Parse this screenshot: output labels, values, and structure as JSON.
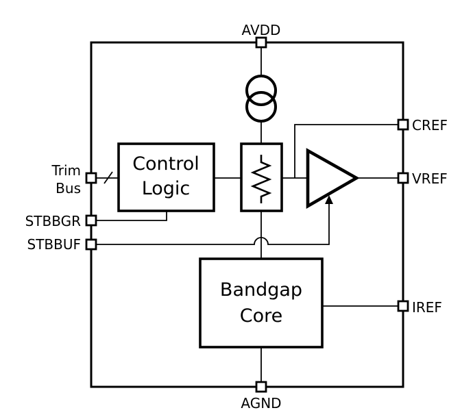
{
  "diagram": {
    "type": "circuit-block-diagram",
    "subject": "bandgap-reference-ip-block",
    "colors": {
      "line": "#000000",
      "background": "#ffffff"
    },
    "blocks": {
      "control_logic": {
        "line1": "Control",
        "line2": "Logic"
      },
      "bandgap_core": {
        "line1": "Bandgap",
        "line2": "Core"
      }
    },
    "pins": {
      "avdd": {
        "label": "AVDD",
        "side": "top"
      },
      "agnd": {
        "label": "AGND",
        "side": "bottom"
      },
      "trim_bus": {
        "label_line1": "Trim",
        "label_line2": "Bus",
        "side": "left"
      },
      "stbbgr": {
        "label": "STBBGR",
        "side": "left"
      },
      "stbbuf": {
        "label": "STBBUF",
        "side": "left"
      },
      "cref": {
        "label": "CREF",
        "side": "right"
      },
      "vref": {
        "label": "VREF",
        "side": "right"
      },
      "iref": {
        "label": "IREF",
        "side": "right"
      }
    },
    "symbols": [
      "current-source-icon",
      "trim-resistor-icon",
      "buffer-amplifier-icon",
      "bus-slash-icon",
      "wire-hop-icon",
      "enable-arrow-icon"
    ]
  }
}
